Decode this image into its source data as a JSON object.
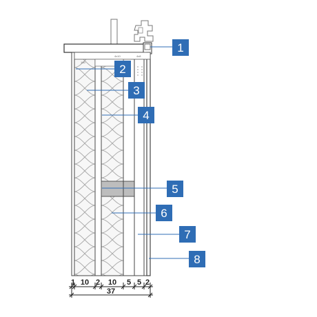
{
  "diagram": {
    "callouts": [
      {
        "label": "1"
      },
      {
        "label": "2"
      },
      {
        "label": "3"
      },
      {
        "label": "4"
      },
      {
        "label": "5"
      },
      {
        "label": "6"
      },
      {
        "label": "7"
      },
      {
        "label": "8"
      }
    ],
    "dimensions": {
      "segments": [
        "1",
        "10",
        "2",
        "10",
        "5",
        "5",
        "2"
      ],
      "total": "37"
    },
    "small_labels": [
      "4x10",
      "4x8",
      "100"
    ],
    "colors": {
      "callout_fill": "#2f6db5",
      "line": "#444444",
      "insulation_fill": "#f6f6f6",
      "timber_block": "#bdbdbd"
    }
  }
}
